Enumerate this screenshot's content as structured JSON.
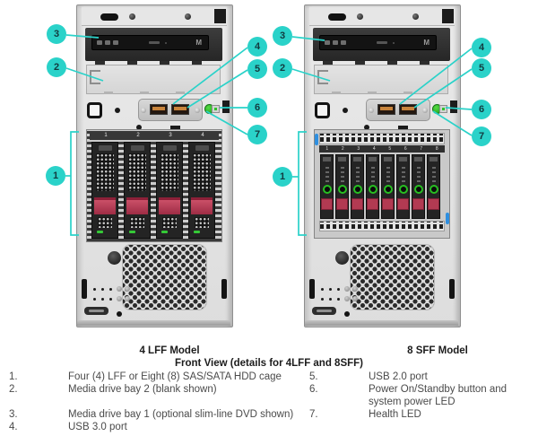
{
  "captions": {
    "left_model": "4 LFF Model",
    "right_model": "8 SFF Model",
    "front_view": "Front View (details for 4LFF and 8SFF)"
  },
  "towers": {
    "lff": {
      "dvd_logo": "M",
      "bays": [
        "1",
        "2",
        "3",
        "4"
      ]
    },
    "sff": {
      "dvd_logo": "M",
      "bays": [
        "1",
        "2",
        "3",
        "4",
        "5",
        "6",
        "7",
        "8"
      ]
    }
  },
  "callouts": {
    "c1": "1",
    "c2": "2",
    "c3": "3",
    "c4": "4",
    "c5": "5",
    "c6": "6",
    "c7": "7"
  },
  "legend": {
    "left": [
      {
        "num": "1.",
        "text": "Four (4) LFF or Eight (8) SAS/SATA HDD cage"
      },
      {
        "num": "2.",
        "text": "Media drive bay 2 (blank shown)"
      },
      {
        "num": "3.",
        "text": "Media drive bay 1 (optional slim-line DVD shown)"
      },
      {
        "num": "4.",
        "text": "USB 3.0 port"
      }
    ],
    "right": [
      {
        "num": "5.",
        "text": "USB 2.0 port"
      },
      {
        "num": "6.",
        "text": "Power On/Standby button and system power LED"
      },
      {
        "num": "7.",
        "text": "Health LED"
      }
    ]
  },
  "colors": {
    "accent_teal": "#2AD2C9",
    "latch_red": "#B23A52",
    "led_green": "#35C937"
  }
}
